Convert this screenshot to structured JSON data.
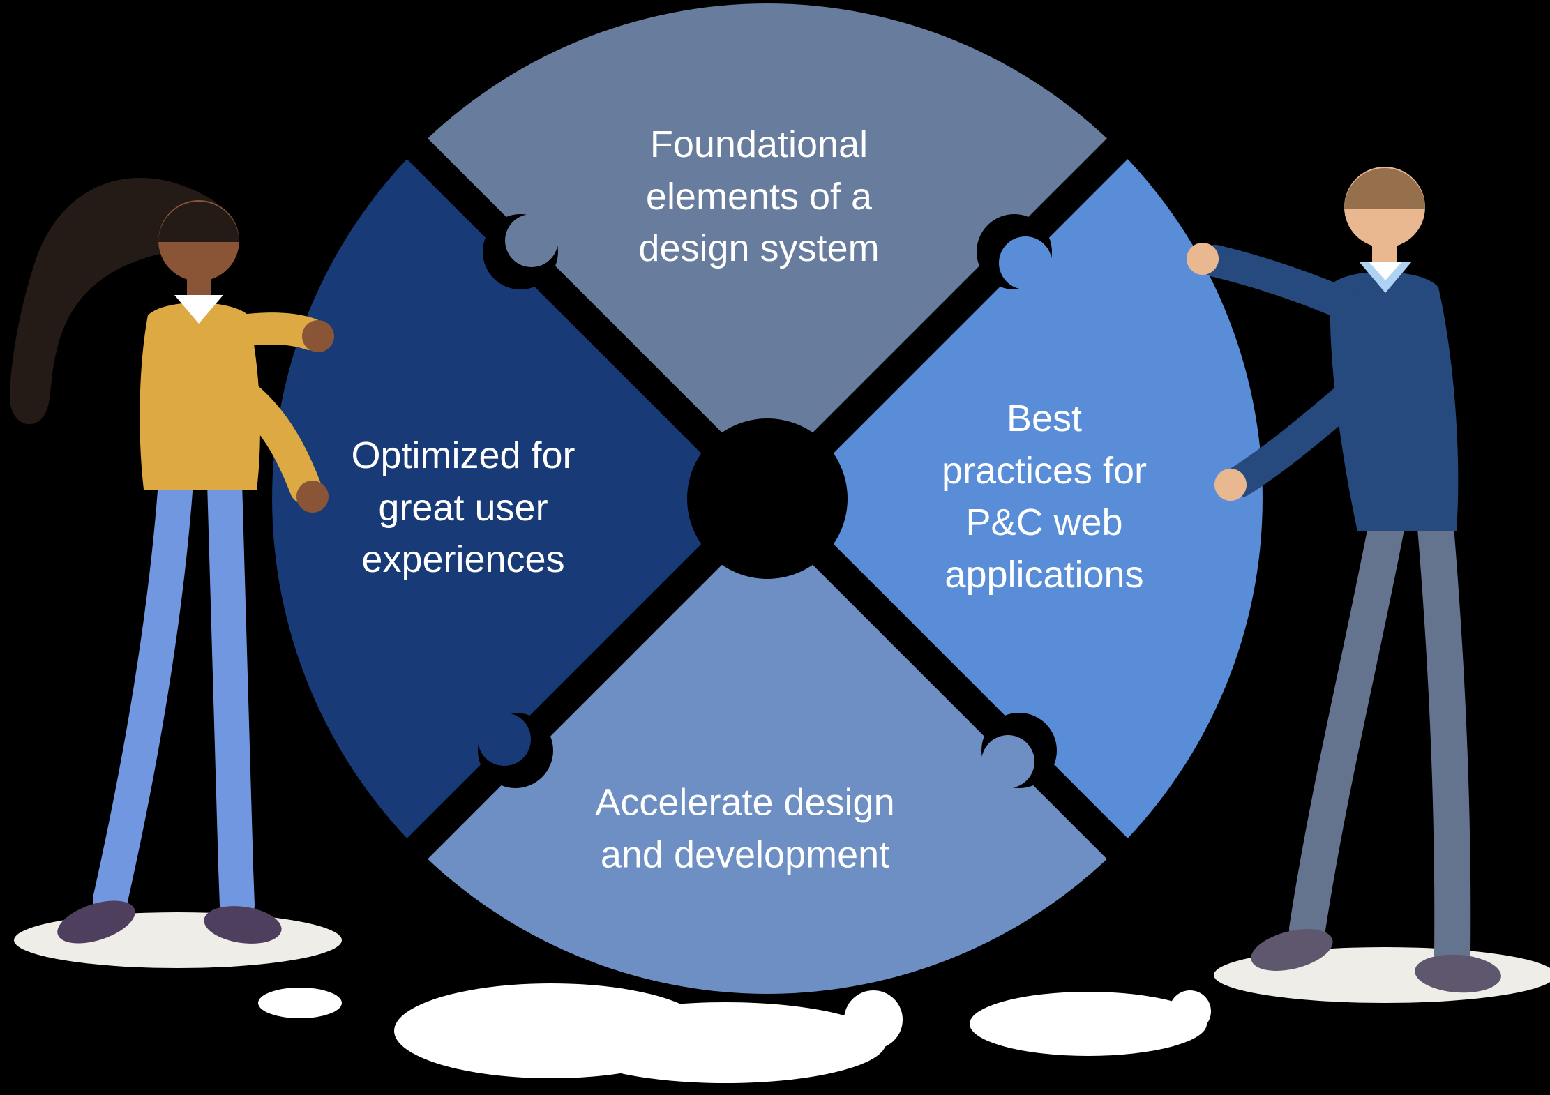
{
  "diagram": {
    "title": "Design system puzzle wheel",
    "background_color": "#000000",
    "text_color": "#ffffff",
    "segments": [
      {
        "id": "top",
        "label": "Foundational\nelements of a\ndesign system",
        "color": "#687C9D"
      },
      {
        "id": "right",
        "label": "Best\npractices for\nP&C web\napplications",
        "color": "#5A8DD8"
      },
      {
        "id": "bottom",
        "label": "Accelerate design\nand development",
        "color": "#6E8FC3"
      },
      {
        "id": "left",
        "label": "Optimized for\ngreat user\nexperiences",
        "color": "#183A77"
      }
    ],
    "center_shape": "black-circle-hub",
    "divider_shape": "diagonal-cross-gaps-with-puzzle-tabs"
  },
  "illustration": {
    "left_person": {
      "description": "woman-with-ponytail-yellow-sweater-blue-pants",
      "sweater_color": "#dca942",
      "pants_color": "#7197e0"
    },
    "right_person": {
      "description": "man-navy-sweater-gray-pants",
      "sweater_color": "#264a7d",
      "pants_color": "#64748f"
    },
    "floor_shapes": "white-paint-splash-and-shadow-ellipses"
  }
}
